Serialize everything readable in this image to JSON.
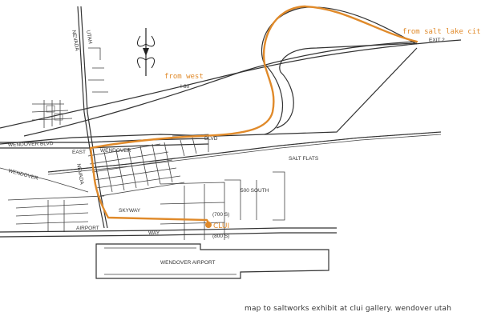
{
  "colors": {
    "route": "#e08a2a",
    "road": "#333333",
    "paper": "#ffffff"
  },
  "labels": {
    "from_salt_lake_city": "from salt lake city",
    "exit": "EXIT 2",
    "from_west": "from west",
    "i80": "I-80",
    "clui": "CLUI",
    "nevada_top": "NEVADA",
    "nevada_mid": "NEVADA",
    "utah_top": "UTAH",
    "wendover_blvd": "WENDOVER BLVD",
    "east": "EAST",
    "wendover_town": "WENDOVER",
    "airport": "AIRPORT",
    "way": "WAY",
    "wendover_airport": "WENDOVER AIRPORT",
    "street_800s": "(800 S)",
    "street_700s": "(700 S)",
    "street_500s": "500 SOUTH",
    "skyway": "SKYWAY",
    "salt_flats": "SALT FLATS",
    "blvd": "BLVD",
    "wendover_sm": "WENDOVER"
  },
  "caption": "map to saltworks exhibit at clui gallery. wendover utah"
}
